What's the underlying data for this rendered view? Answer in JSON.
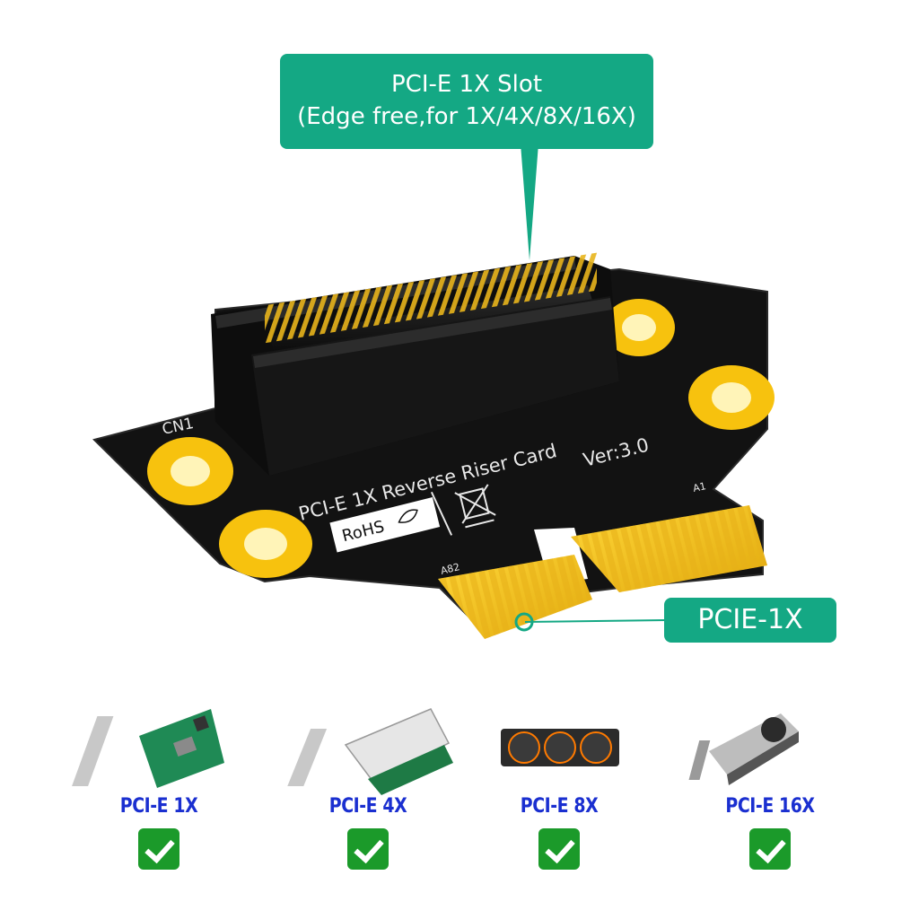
{
  "callout_slot": {
    "line1": "PCI-E 1X Slot",
    "line2": "(Edge free,for 1X/4X/8X/16X)"
  },
  "callout_edge": {
    "label": "PCIE-1X"
  },
  "board": {
    "silk_cn1": "CN1",
    "silk_title": "PCI-E 1X Reverse Riser Card",
    "silk_version": "Ver:3.0",
    "silk_rohs": "RoHS",
    "silk_a1": "A1",
    "silk_a82": "A82"
  },
  "compat": [
    {
      "label": "PCI-E 1X",
      "icon": "network-card-icon"
    },
    {
      "label": "PCI-E 4X",
      "icon": "raid-card-icon"
    },
    {
      "label": "PCI-E 8X",
      "icon": "graphics-card-icon"
    },
    {
      "label": "PCI-E 16X",
      "icon": "gpu-blower-icon"
    }
  ],
  "colors": {
    "accent": "#14a884",
    "label": "#1a2fd0",
    "check": "#1b9a2a",
    "pcb": "#141414",
    "gold": "#f2c21a",
    "mount": "#f7c20e"
  }
}
